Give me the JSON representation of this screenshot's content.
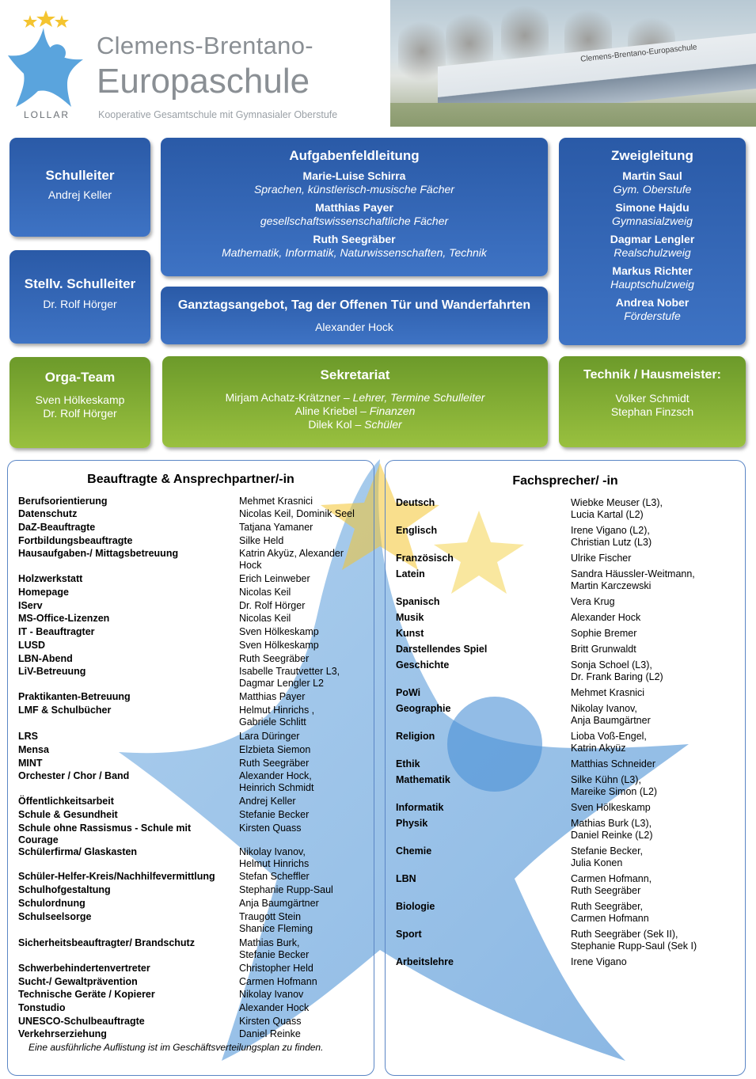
{
  "header": {
    "school_name_line1": "Clemens-Brentano-",
    "school_name_line2": "Europaschule",
    "tagline": "Kooperative Gesamtschule mit Gymnasialer Oberstufe",
    "town": "LOLLAR",
    "photo_sign": "Clemens-Brentano-Europaschule"
  },
  "boxes": {
    "schulleiter": {
      "title": "Schulleiter",
      "name": "Andrej Keller"
    },
    "stellv": {
      "title": "Stellv. Schulleiter",
      "name": "Dr. Rolf Hörger"
    },
    "aufgabenfeld": {
      "title": "Aufgabenfeldleitung",
      "entries": [
        {
          "name": "Marie-Luise Schirra",
          "role": "Sprachen, künstlerisch-musische Fächer"
        },
        {
          "name": "Matthias Payer",
          "role": "gesellschaftswissenschaftliche Fächer"
        },
        {
          "name": "Ruth Seegräber",
          "role": "Mathematik, Informatik, Naturwissenschaften, Technik"
        }
      ]
    },
    "ganztag": {
      "title": "Ganztagsangebot,  Tag der Offenen  Tür und Wanderfahrten",
      "name": "Alexander Hock"
    },
    "zweig": {
      "title": "Zweigleitung",
      "entries": [
        {
          "name": "Martin Saul",
          "role": "Gym. Oberstufe"
        },
        {
          "name": "Simone Hajdu",
          "role": "Gymnasialzweig"
        },
        {
          "name": "Dagmar Lengler",
          "role": "Realschulzweig"
        },
        {
          "name": "Markus Richter",
          "role": "Hauptschulzweig"
        },
        {
          "name": "Andrea Nober",
          "role": "Förderstufe"
        }
      ]
    },
    "orga": {
      "title": "Orga-Team",
      "names": [
        "Sven Hölkeskamp",
        "Dr. Rolf Hörger"
      ]
    },
    "sekretariat": {
      "title": "Sekretariat",
      "entries": [
        {
          "name": "Mirjam Achatz-Krätzner",
          "sep": " – ",
          "role": "Lehrer, Termine Schulleiter"
        },
        {
          "name": "Aline Kriebel",
          "sep": " – ",
          "role": "Finanzen"
        },
        {
          "name": "Dilek Kol",
          "sep": " – ",
          "role": "Schüler"
        }
      ]
    },
    "technik": {
      "title": "Technik / Hausmeister:",
      "names": [
        "Volker Schmidt",
        "Stephan Finzsch"
      ]
    }
  },
  "beauftragte": {
    "title": "Beauftragte & Ansprechpartner/-in",
    "rows": [
      {
        "k": "Berufsorientierung",
        "v": [
          "Mehmet Krasnici"
        ]
      },
      {
        "k": "Datenschutz",
        "v": [
          "Nicolas Keil, Dominik Seel"
        ]
      },
      {
        "k": "DaZ-Beauftragte",
        "v": [
          "Tatjana Yamaner"
        ]
      },
      {
        "k": "Fortbildungsbeauftragte",
        "v": [
          "Silke Held"
        ]
      },
      {
        "k": "Hausaufgaben-/ Mittagsbetreuung",
        "v": [
          "Katrin Akyüz, Alexander",
          "Hock"
        ]
      },
      {
        "k": "Holzwerkstatt",
        "v": [
          "Erich Leinweber"
        ]
      },
      {
        "k": "Homepage",
        "v": [
          "Nicolas Keil"
        ]
      },
      {
        "k": "IServ",
        "v": [
          "Dr. Rolf Hörger"
        ]
      },
      {
        "k": "MS-Office-Lizenzen",
        "v": [
          "Nicolas Keil"
        ]
      },
      {
        "k": "IT - Beauftragter",
        "v": [
          "Sven Hölkeskamp"
        ]
      },
      {
        "k": "LUSD",
        "v": [
          "Sven Hölkeskamp"
        ]
      },
      {
        "k": "LBN-Abend",
        "v": [
          "Ruth Seegräber"
        ]
      },
      {
        "k": "LiV-Betreuung",
        "v": [
          "Isabelle Trautvetter L3,",
          "Dagmar Lengler L2"
        ]
      },
      {
        "k": "Praktikanten-Betreuung",
        "v": [
          "Matthias Payer"
        ]
      },
      {
        "k": "LMF & Schulbücher",
        "v": [
          "Helmut Hinrichs ,",
          "Gabriele Schlitt"
        ]
      },
      {
        "k": "LRS",
        "v": [
          "Lara Düringer"
        ]
      },
      {
        "k": "Mensa",
        "v": [
          "Elzbieta Siemon"
        ]
      },
      {
        "k": "MINT",
        "v": [
          "Ruth Seegräber"
        ]
      },
      {
        "k": "Orchester / Chor / Band",
        "v": [
          "Alexander Hock,",
          "Heinrich Schmidt"
        ]
      },
      {
        "k": "Öffentlichkeitsarbeit",
        "v": [
          "Andrej Keller"
        ]
      },
      {
        "k": "Schule & Gesundheit",
        "v": [
          "Stefanie Becker"
        ]
      },
      {
        "k": "Schule ohne Rassismus - Schule mit Courage",
        "v": [
          "Kirsten Quass"
        ]
      },
      {
        "k": "Schülerfirma/ Glaskasten",
        "v": [
          "Nikolay Ivanov,",
          "Helmut Hinrichs"
        ]
      },
      {
        "k": "Schüler-Helfer-Kreis/Nachhilfevermittlung",
        "v": [
          "Stefan Scheffler"
        ]
      },
      {
        "k": "Schulhofgestaltung",
        "v": [
          "Stephanie Rupp-Saul"
        ]
      },
      {
        "k": "Schulordnung",
        "v": [
          "Anja Baumgärtner"
        ]
      },
      {
        "k": "Schulseelsorge",
        "v": [
          "Traugott Stein",
          "Shanice Fleming"
        ]
      },
      {
        "k": "Sicherheitsbeauftragter/ Brandschutz",
        "v": [
          "Mathias Burk,",
          "Stefanie Becker"
        ]
      },
      {
        "k": "Schwerbehindertenvertreter",
        "v": [
          "Christopher Held"
        ]
      },
      {
        "k": "Sucht-/ Gewaltprävention",
        "v": [
          "Carmen Hofmann"
        ]
      },
      {
        "k": "Technische Geräte / Kopierer",
        "v": [
          "Nikolay Ivanov"
        ]
      },
      {
        "k": "Tonstudio",
        "v": [
          "Alexander Hock"
        ]
      },
      {
        "k": "UNESCO-Schulbeauftragte",
        "v": [
          "Kirsten Quass"
        ]
      },
      {
        "k": "Verkehrserziehung",
        "v": [
          "Daniel Reinke"
        ]
      }
    ],
    "footnote": "Eine ausführliche Auflistung ist im Geschäftsverteilungsplan zu finden."
  },
  "fachsprecher": {
    "title": "Fachsprecher/ -in",
    "rows": [
      {
        "k": "Deutsch",
        "v": [
          "Wiebke Meuser (L3),",
          "Lucia Kartal (L2)"
        ]
      },
      {
        "k": "Englisch",
        "v": [
          "Irene Vigano (L2),",
          "Christian Lutz (L3)"
        ]
      },
      {
        "k": "Französisch",
        "v": [
          "Ulrike Fischer"
        ]
      },
      {
        "k": "Latein",
        "v": [
          "Sandra Häussler-Weitmann,",
          "Martin Karczewski"
        ]
      },
      {
        "k": "Spanisch",
        "v": [
          "Vera Krug"
        ]
      },
      {
        "k": "Musik",
        "v": [
          "Alexander Hock"
        ]
      },
      {
        "k": "Kunst",
        "v": [
          "Sophie Bremer"
        ]
      },
      {
        "k": "Darstellendes Spiel",
        "v": [
          "Britt Grunwaldt"
        ]
      },
      {
        "k": "Geschichte",
        "v": [
          "Sonja Schoel (L3),",
          "Dr. Frank Baring (L2)"
        ]
      },
      {
        "k": "PoWi",
        "v": [
          "Mehmet Krasnici"
        ]
      },
      {
        "k": "Geographie",
        "v": [
          "Nikolay Ivanov,",
          "Anja Baumgärtner"
        ]
      },
      {
        "k": "Religion",
        "v": [
          "Lioba Voß-Engel,",
          "Katrin Akyüz"
        ]
      },
      {
        "k": "Ethik",
        "v": [
          "Matthias Schneider"
        ]
      },
      {
        "k": "Mathematik",
        "v": [
          "Silke Kühn (L3),",
          "Mareike Simon (L2)"
        ]
      },
      {
        "k": "Informatik",
        "v": [
          "Sven Hölkeskamp"
        ]
      },
      {
        "k": "Physik",
        "v": [
          "Mathias Burk (L3),",
          "Daniel Reinke (L2)"
        ]
      },
      {
        "k": "Chemie",
        "v": [
          "Stefanie Becker,",
          "Julia Konen"
        ]
      },
      {
        "k": "LBN",
        "v": [
          "Carmen Hofmann,",
          "Ruth Seegräber"
        ]
      },
      {
        "k": "Biologie",
        "v": [
          "Ruth Seegräber,",
          "Carmen Hofmann"
        ]
      },
      {
        "k": "Sport",
        "v": [
          "Ruth Seegräber (Sek II),",
          "Stephanie Rupp-Saul (Sek I)"
        ]
      },
      {
        "k": "Arbeitslehre",
        "v": [
          "Irene Vigano"
        ]
      }
    ]
  },
  "colors": {
    "box_blue": "#3566b4",
    "box_green": "#86b135",
    "panel_border": "#5b86c5",
    "logo_text": "#8a8f94"
  }
}
